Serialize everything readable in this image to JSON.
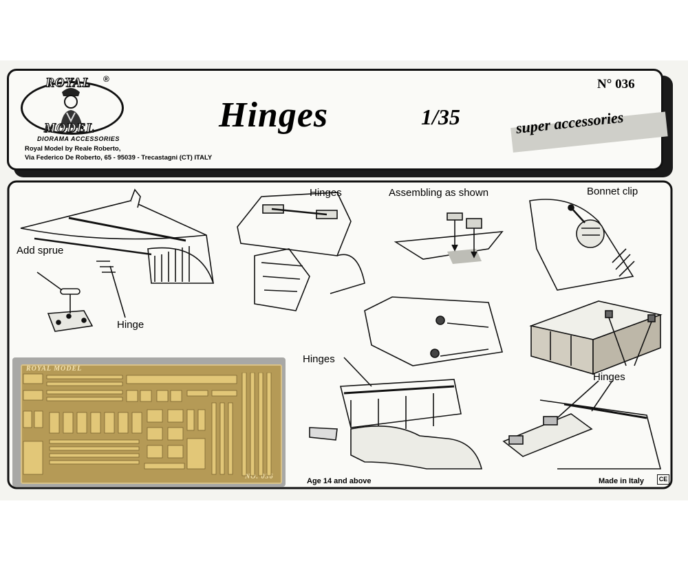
{
  "header": {
    "logo_top": "ROYAL",
    "logo_bottom": "MODEL",
    "logo_registered": "®",
    "logo_subtitle": "DIORAMA ACCESSORIES",
    "company_line": "Royal Model by Reale Roberto,",
    "address_line": "Via Federico De Roberto, 65 - 95039 - Trecastagni (CT) ITALY",
    "title": "Hinges",
    "scale": "1/35",
    "number": "N° 036",
    "tagline": "super accessories"
  },
  "instructions": {
    "label_add_sprue": "Add sprue",
    "label_hinge": "Hinge",
    "label_hinges_top": "Hinges",
    "label_assembling": "Assembling as shown",
    "label_bonnet_clip": "Bonnet clip",
    "label_hinges_mid": "Hinges",
    "label_hinges_right": "Hinges"
  },
  "fret": {
    "brand": "ROYAL MODEL",
    "code": "NO. 036"
  },
  "footer": {
    "age": "Age 14 and above",
    "made_in": "Made in Italy",
    "mark": "CE"
  },
  "colors": {
    "ink": "#111111",
    "paper": "#fafaf7",
    "brass": "#b59a56",
    "fret_frame": "#a8a8a6"
  }
}
